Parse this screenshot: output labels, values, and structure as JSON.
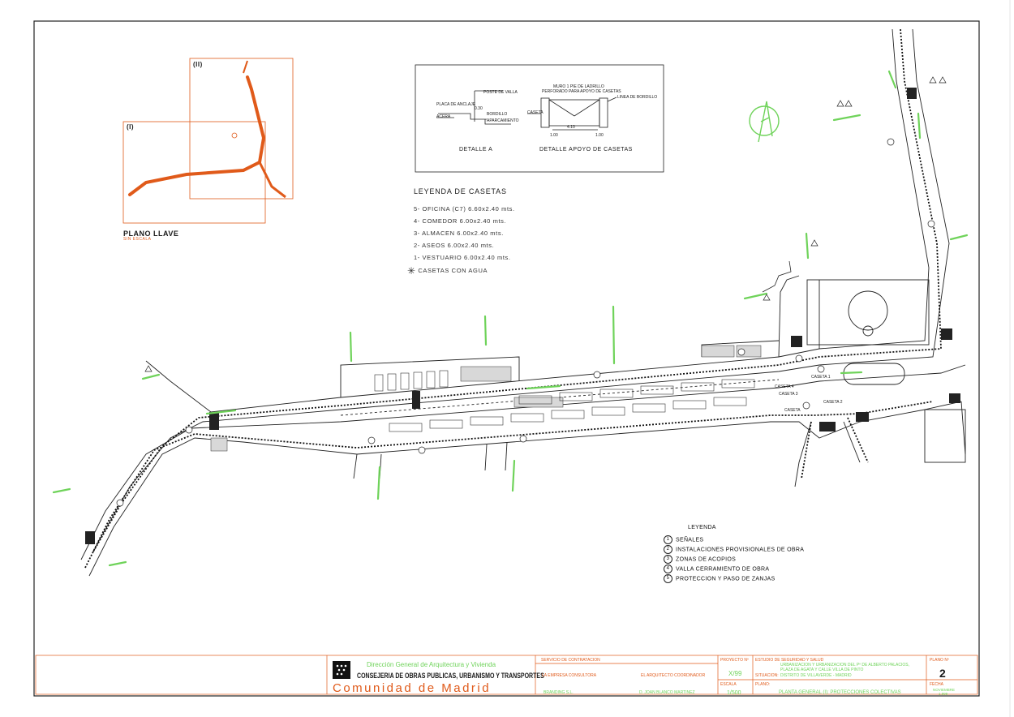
{
  "key_plan": {
    "title": "PLANO LLAVE",
    "subtitle": "SIN ESCALA",
    "zone_1": "(I)",
    "zone_2": "(II)"
  },
  "details": {
    "detail_a": "DETALLE A",
    "detail_b": "DETALLE APOYO DE CASETAS",
    "labels": {
      "poste": "POSTE DE VALLA",
      "placa": "PLACA DE ANCLAJE",
      "acera": "ACERA",
      "bordillo": "BORDILLO",
      "aparcamiento": "APARCAMIENTO",
      "dim_030": "0.30",
      "muro": "MURO 1 PIE DE LADRILLO",
      "perforado": "PERFORADO PARA APOYO DE CASETAS",
      "caseta": "CASETA",
      "linea_bordillo": "LINEA DE BORDILLO",
      "dim_100a": "1.00",
      "dim_100b": "1.00",
      "dim_410": "4.10"
    }
  },
  "casetas_legend": {
    "title": "LEYENDA DE CASETAS",
    "items": [
      "5- OFICINA (C7) 6.60x2.40 mts.",
      "4- COMEDOR 6.00x2.40 mts.",
      "3- ALMACEN 6.00x2.40 mts.",
      "2- ASEOS 6.00x2.40 mts.",
      "1- VESTUARIO 6.00x2.40 mts.",
      "CASETAS CON AGUA"
    ]
  },
  "main_legend": {
    "title": "LEYENDA",
    "items": [
      {
        "n": "1",
        "text": "SEÑALES"
      },
      {
        "n": "2",
        "text": "INSTALACIONES PROVISIONALES DE OBRA"
      },
      {
        "n": "3",
        "text": "ZONAS DE ACOPIOS"
      },
      {
        "n": "4",
        "text": "VALLA CERRAMIENTO DE OBRA"
      },
      {
        "n": "5",
        "text": "PROTECCION Y PASO DE ZANJAS"
      }
    ]
  },
  "plan_labels": {
    "caseta_1": "CASETA 1",
    "caseta_2": "CASETA 2",
    "caseta_3": "CASETA 3",
    "caseta_4": "CASETA 4",
    "caseta": "CASETA"
  },
  "title_block": {
    "org_line1": "Dirección General de Arquitectura y Vivienda",
    "org_line2": "CONSEJERIA DE OBRAS PUBLICAS, URBANISMO Y TRANSPORTES",
    "org_line3": "Comunidad de Madrid",
    "servicio": "SERVICIO DE CONTRATACION",
    "empresa_label": "LA EMPRESA CONSULTORA",
    "empresa": "BRANDING S.L.",
    "arquitecto_label": "EL ARQUITECTO COORDINADOR",
    "arquitecto": "D. JOAN BLANCO MARTINEZ",
    "proyecto_label": "PROYECTO Nº",
    "proyecto": "X/99",
    "escala_label": "ESCALA",
    "escala": "1/500",
    "estudio_label": "ESTUDIO DE SEGURIDAD Y SALUD",
    "estudio_text1": "URBANIZACION Y URBANIZACION DEL Pº DE ALBERTO PALACIOS,",
    "estudio_text2": "PLAZA DE AGATA Y CALLE VILLA DE PINTO",
    "situacion_label": "SITUACION:",
    "situacion": "DISTRITO DE VILLAVERDE - MADRID",
    "plano_label": "PLANO:",
    "plano": "PLANTA GENERAL (I): PROTECCIONES COLECTIVAS",
    "plano_n_label": "PLANO Nº",
    "plano_n": "2",
    "fecha_label": "FECHA",
    "fecha1": "NOVIEMBRE",
    "fecha2": "1.999"
  },
  "colors": {
    "line": "#1a1a1a",
    "accent_orange": "#e05a1a",
    "accent_green": "#6fd35a"
  }
}
